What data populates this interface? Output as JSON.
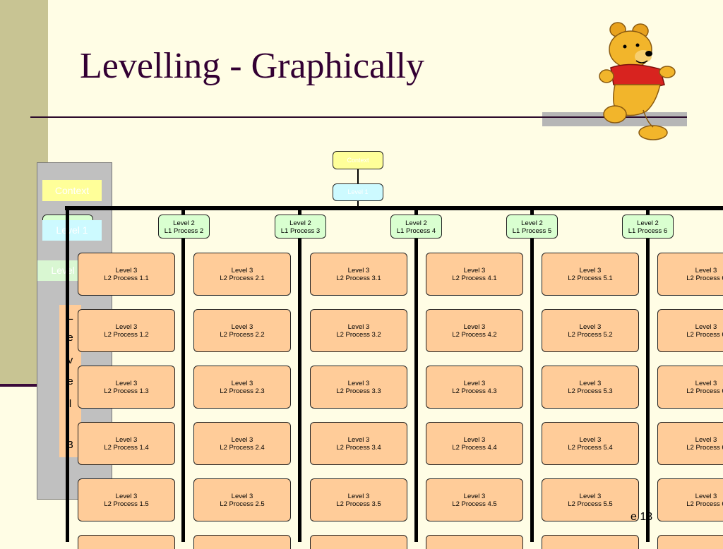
{
  "slide": {
    "title": "Levelling - Graphically",
    "footer_fragment": "e 13"
  },
  "legend": {
    "context": "Context",
    "level1": "Level 1",
    "level2": "Level 2",
    "level3_letters": [
      "L",
      "e",
      "v",
      "e",
      "l",
      "3"
    ]
  },
  "tree": {
    "context_label": "Context",
    "level1_label": "Level 1",
    "level2": [
      {
        "level": "Level 2",
        "label": "L1 Process 2"
      },
      {
        "level": "Level 2",
        "label": "L1 Process 3"
      },
      {
        "level": "Level 2",
        "label": "L1 Process 4"
      },
      {
        "level": "Level 2",
        "label": "L1 Process 5"
      },
      {
        "level": "Level 2",
        "label": "L1 Process 6"
      }
    ],
    "level3_columns": [
      {
        "items": [
          {
            "level": "Level 3",
            "label": "L2 Process 1.1"
          },
          {
            "level": "Level 3",
            "label": "L2 Process 1.2"
          },
          {
            "level": "Level 3",
            "label": "L2 Process 1.3"
          },
          {
            "level": "Level 3",
            "label": "L2 Process 1.4"
          },
          {
            "level": "Level 3",
            "label": "L2 Process 1.5"
          }
        ]
      },
      {
        "items": [
          {
            "level": "Level 3",
            "label": "L2 Process 2.1"
          },
          {
            "level": "Level 3",
            "label": "L2 Process 2.2"
          },
          {
            "level": "Level 3",
            "label": "L2 Process 2.3"
          },
          {
            "level": "Level 3",
            "label": "L2 Process 2.4"
          },
          {
            "level": "Level 3",
            "label": "L2 Process 2.5"
          }
        ]
      },
      {
        "items": [
          {
            "level": "Level 3",
            "label": "L2 Process 3.1"
          },
          {
            "level": "Level 3",
            "label": "L2 Process 3.2"
          },
          {
            "level": "Level 3",
            "label": "L2 Process 3.3"
          },
          {
            "level": "Level 3",
            "label": "L2 Process 3.4"
          },
          {
            "level": "Level 3",
            "label": "L2 Process 3.5"
          }
        ]
      },
      {
        "items": [
          {
            "level": "Level 3",
            "label": "L2 Process 4.1"
          },
          {
            "level": "Level 3",
            "label": "L2 Process 4.2"
          },
          {
            "level": "Level 3",
            "label": "L2 Process 4.3"
          },
          {
            "level": "Level 3",
            "label": "L2 Process 4.4"
          },
          {
            "level": "Level 3",
            "label": "L2 Process 4.5"
          }
        ]
      },
      {
        "items": [
          {
            "level": "Level 3",
            "label": "L2 Process 5.1"
          },
          {
            "level": "Level 3",
            "label": "L2 Process 5.2"
          },
          {
            "level": "Level 3",
            "label": "L2 Process 5.3"
          },
          {
            "level": "Level 3",
            "label": "L2 Process 5.4"
          },
          {
            "level": "Level 3",
            "label": "L2 Process 5.5"
          }
        ]
      },
      {
        "items": [
          {
            "level": "Level 3",
            "label": "L2 Process 6"
          },
          {
            "level": "Level 3",
            "label": "L2 Process 6"
          },
          {
            "level": "Level 3",
            "label": "L2 Process 6"
          },
          {
            "level": "Level 3",
            "label": "L2 Process 6"
          },
          {
            "level": "Level 3",
            "label": "L2 Process 6"
          }
        ]
      }
    ]
  },
  "colors": {
    "background": "#fffde5",
    "title": "#330033",
    "context": "#ffff99",
    "level1": "#cdfaff",
    "level2": "#d9ffd0",
    "level3": "#ffcc99"
  },
  "decoration": {
    "mascot_icon": "bear-mascot-icon"
  }
}
